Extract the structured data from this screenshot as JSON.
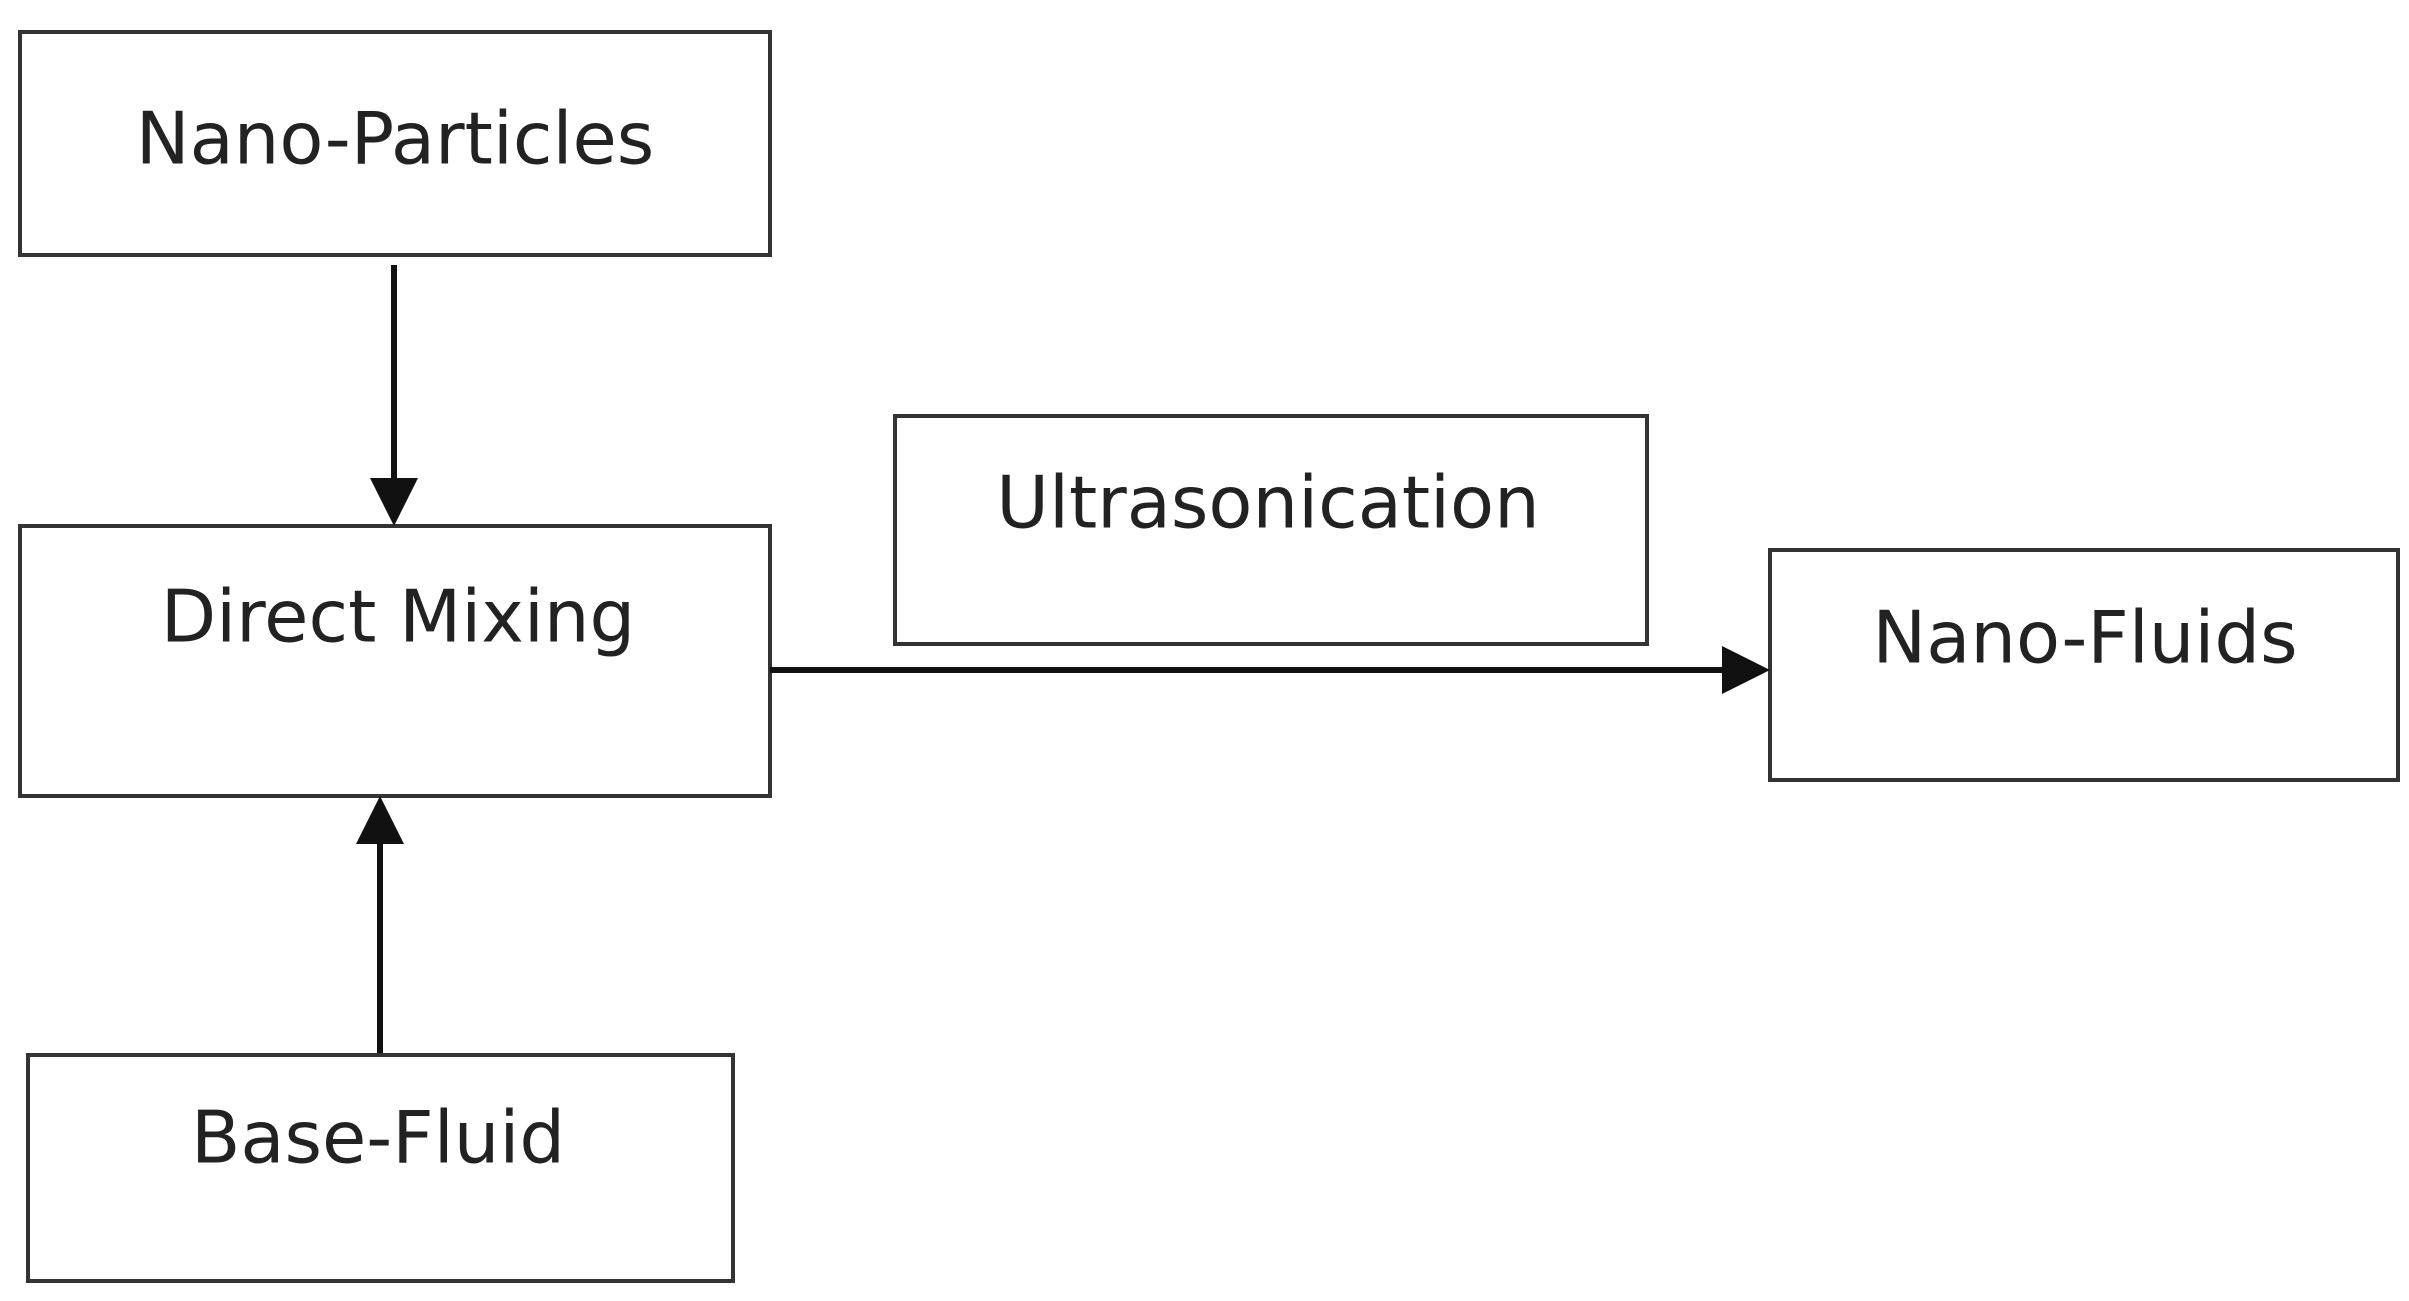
{
  "nodes": {
    "nano_particles": "Nano-Particles",
    "direct_mixing": "Direct Mixing",
    "base_fluid": "Base-Fluid",
    "ultrasonication": "Ultrasonication",
    "nano_fluids": "Nano-Fluids"
  },
  "edges": [
    {
      "from": "Nano-Particles",
      "to": "Direct Mixing"
    },
    {
      "from": "Base-Fluid",
      "to": "Direct Mixing"
    },
    {
      "from": "Direct Mixing",
      "to": "Nano-Fluids"
    }
  ],
  "colors": {
    "box_border": "#333333",
    "arrow": "#111111",
    "text": "#222222",
    "background": "#ffffff"
  }
}
